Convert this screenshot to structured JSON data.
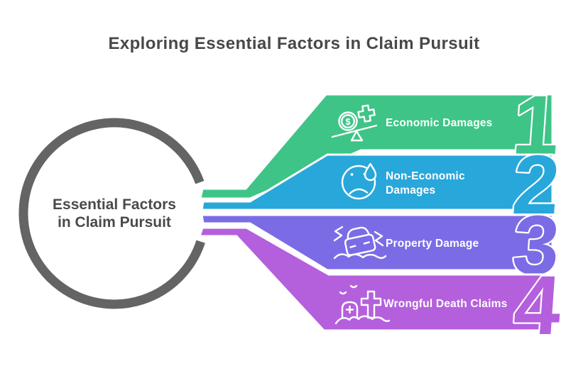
{
  "title": "Exploring Essential Factors in Claim Pursuit",
  "center_circle": {
    "line1": "Essential Factors",
    "line2": "in Claim Pursuit"
  },
  "colors": {
    "title_text": "#484848",
    "center_text": "#4a4a4a",
    "ring": "#646464",
    "label_text": "#ffffff",
    "background": "#ffffff"
  },
  "items": [
    {
      "number": "1",
      "label": "Economic Damages",
      "label_lines": [
        "Economic Damages"
      ],
      "icon": "money-scale-medical-cross-icon",
      "coin_symbol": "$",
      "color": "#3ec487"
    },
    {
      "number": "2",
      "label": "Non-Economic Damages",
      "label_lines": [
        "Non-Economic",
        "Damages"
      ],
      "icon": "sad-face-teardrop-icon",
      "color": "#28a7da"
    },
    {
      "number": "3",
      "label": "Property Damage",
      "label_lines": [
        "Property Damage"
      ],
      "icon": "car-accident-icon",
      "color": "#7b6ce6"
    },
    {
      "number": "4",
      "label": "Wrongful Death Claims",
      "label_lines": [
        "Wrongful Death Claims"
      ],
      "icon": "grave-cross-icon",
      "color": "#b460dc"
    }
  ]
}
